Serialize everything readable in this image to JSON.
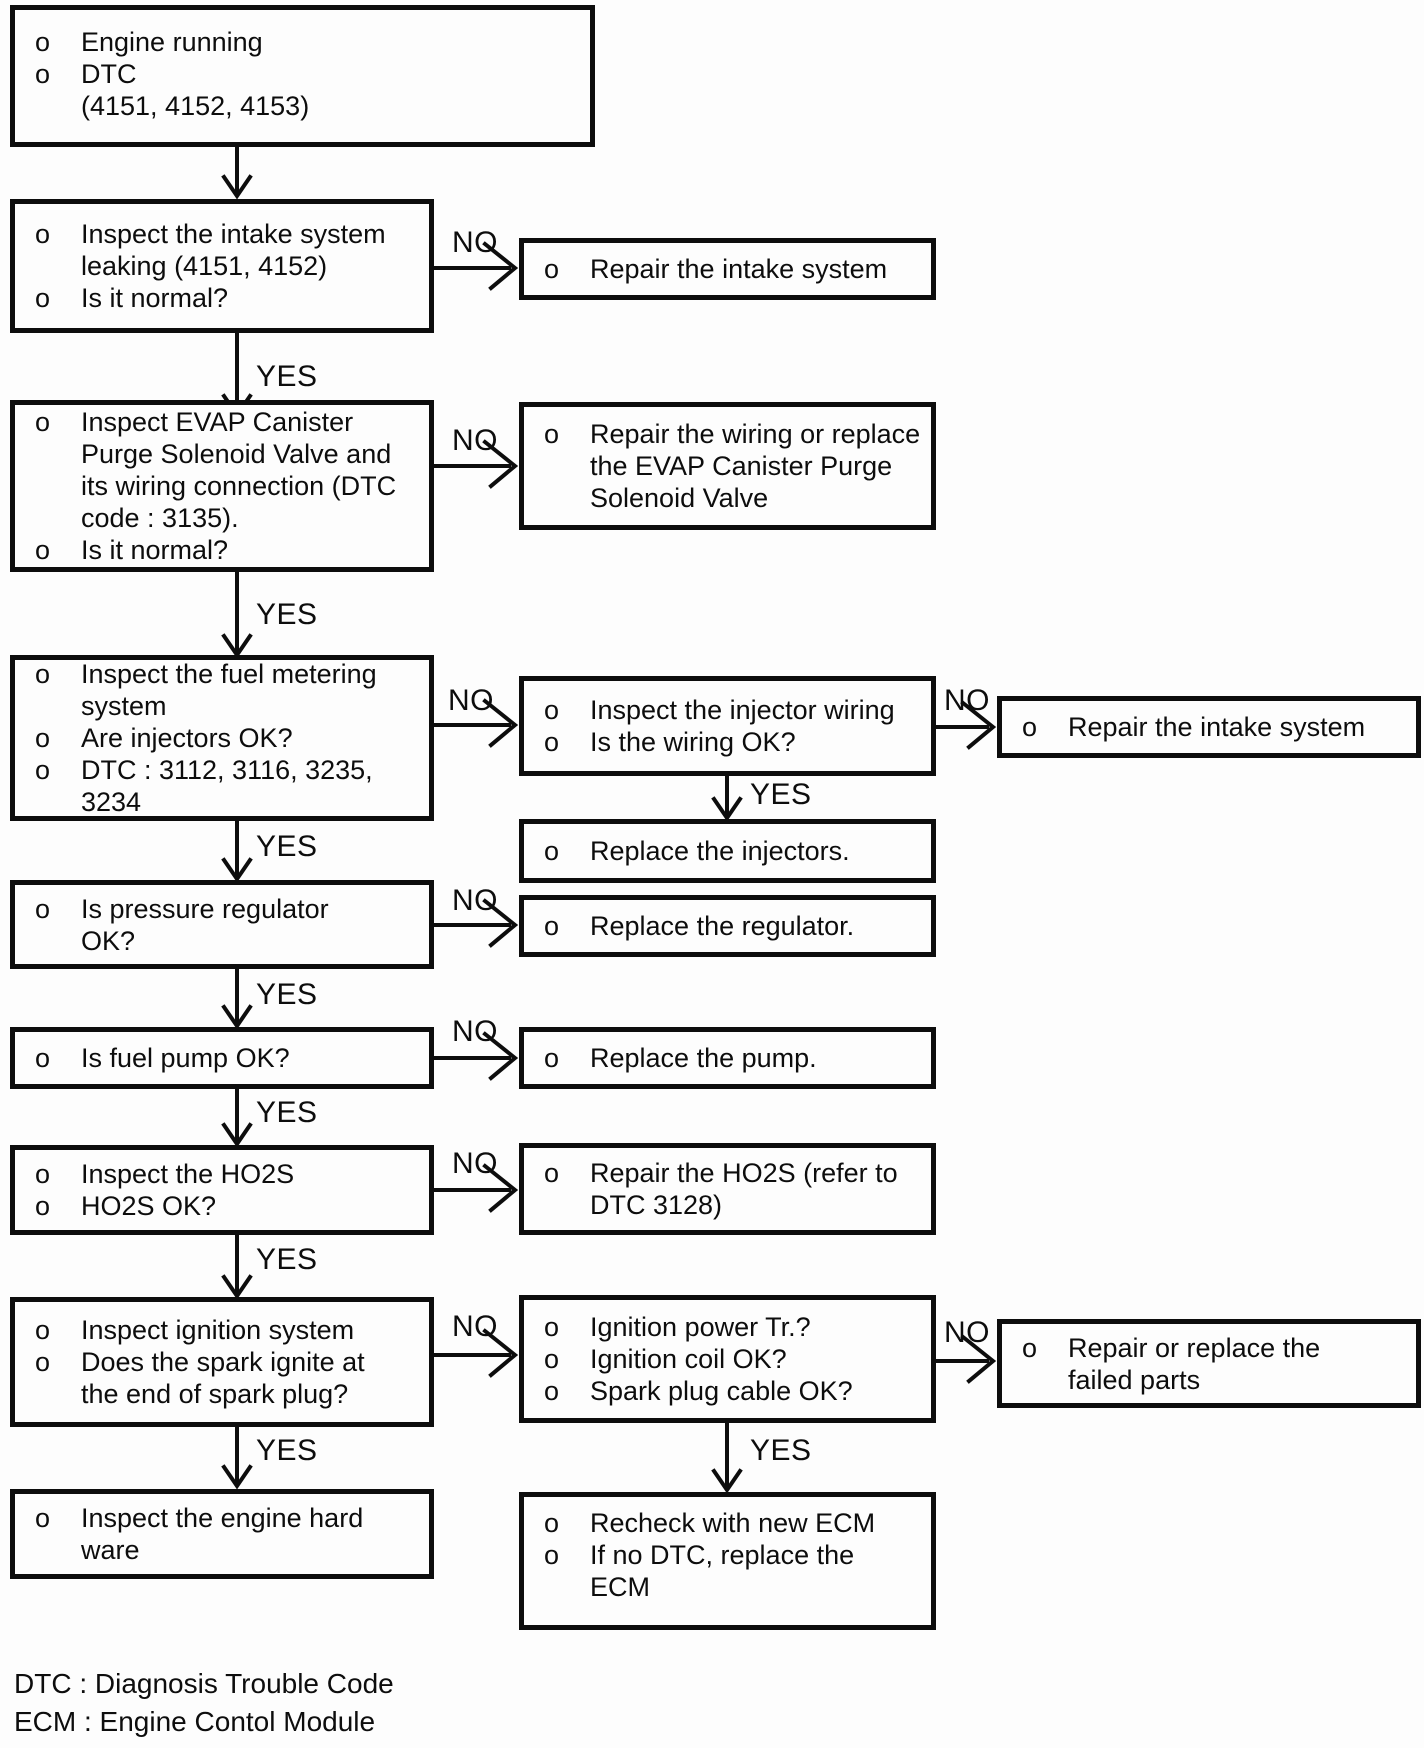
{
  "flow": {
    "labels": {
      "yes": "YES",
      "no": "NO"
    },
    "colors": {
      "ink": "#0d0d0d",
      "paper": "#fdfdfd"
    },
    "boxes": {
      "start": {
        "lines": [
          {
            "bullet": "o",
            "text": "Engine running"
          },
          {
            "bullet": "o",
            "text": "DTC"
          },
          {
            "bullet": "",
            "text": "(4151, 4152, 4153)"
          }
        ]
      },
      "intake": {
        "lines": [
          {
            "bullet": "o",
            "text": "Inspect the intake system"
          },
          {
            "bullet": "",
            "text": "leaking (4151, 4152)"
          },
          {
            "bullet": "o",
            "text": "Is it normal?"
          }
        ]
      },
      "repair_intake_1": {
        "lines": [
          {
            "bullet": "o",
            "text": "Repair the intake system"
          }
        ]
      },
      "evap": {
        "lines": [
          {
            "bullet": "o",
            "text": "Inspect EVAP Canister"
          },
          {
            "bullet": "",
            "text": "Purge Solenoid Valve and"
          },
          {
            "bullet": "",
            "text": "its wiring connection (DTC"
          },
          {
            "bullet": "",
            "text": "code : 3135)."
          },
          {
            "bullet": "o",
            "text": "Is it normal?"
          }
        ]
      },
      "repair_evap": {
        "lines": [
          {
            "bullet": "o",
            "text": "Repair the wiring or replace"
          },
          {
            "bullet": "",
            "text": "the EVAP Canister Purge"
          },
          {
            "bullet": "",
            "text": "Solenoid Valve"
          }
        ]
      },
      "fuel_metering": {
        "lines": [
          {
            "bullet": "o",
            "text": "Inspect the fuel metering"
          },
          {
            "bullet": "",
            "text": "system"
          },
          {
            "bullet": "o",
            "text": "Are injectors OK?"
          },
          {
            "bullet": "o",
            "text": "DTC : 3112, 3116, 3235,"
          },
          {
            "bullet": "",
            "text": "3234"
          }
        ]
      },
      "injector_wiring": {
        "lines": [
          {
            "bullet": "o",
            "text": "Inspect the injector wiring"
          },
          {
            "bullet": "o",
            "text": "Is the wiring OK?"
          }
        ]
      },
      "repair_intake_2": {
        "lines": [
          {
            "bullet": "o",
            "text": "Repair the intake system"
          }
        ]
      },
      "replace_injectors": {
        "lines": [
          {
            "bullet": "o",
            "text": "Replace the injectors."
          }
        ]
      },
      "pressure_regulator": {
        "lines": [
          {
            "bullet": "o",
            "text": "Is pressure regulator"
          },
          {
            "bullet": "",
            "text": "OK?"
          }
        ]
      },
      "replace_regulator": {
        "lines": [
          {
            "bullet": "o",
            "text": "Replace the regulator."
          }
        ]
      },
      "fuel_pump": {
        "lines": [
          {
            "bullet": "o",
            "text": "Is fuel pump OK?"
          }
        ]
      },
      "replace_pump": {
        "lines": [
          {
            "bullet": "o",
            "text": "Replace the pump."
          }
        ]
      },
      "ho2s": {
        "lines": [
          {
            "bullet": "o",
            "text": "Inspect the HO2S"
          },
          {
            "bullet": "o",
            "text": "HO2S OK?"
          }
        ]
      },
      "repair_ho2s": {
        "lines": [
          {
            "bullet": "o",
            "text": "Repair the HO2S (refer to"
          },
          {
            "bullet": "",
            "text": "DTC 3128)"
          }
        ]
      },
      "ignition": {
        "lines": [
          {
            "bullet": "o",
            "text": "Inspect ignition system"
          },
          {
            "bullet": "o",
            "text": "Does the spark ignite at"
          },
          {
            "bullet": "",
            "text": "the end of spark plug?"
          }
        ]
      },
      "ignition_checks": {
        "lines": [
          {
            "bullet": "o",
            "text": "Ignition power Tr.?"
          },
          {
            "bullet": "o",
            "text": "Ignition coil OK?"
          },
          {
            "bullet": "o",
            "text": "Spark plug cable OK?"
          }
        ]
      },
      "repair_failed_parts": {
        "lines": [
          {
            "bullet": "o",
            "text": "Repair or replace the"
          },
          {
            "bullet": "",
            "text": "failed parts"
          }
        ]
      },
      "engine_hardware": {
        "lines": [
          {
            "bullet": "o",
            "text": "Inspect the engine hard"
          },
          {
            "bullet": "",
            "text": "ware"
          }
        ]
      },
      "recheck_ecm": {
        "lines": [
          {
            "bullet": "o",
            "text": "Recheck with new ECM"
          },
          {
            "bullet": "o",
            "text": "If no DTC, replace the"
          },
          {
            "bullet": "",
            "text": "ECM"
          }
        ]
      }
    },
    "footnotes": [
      "DTC : Diagnosis Trouble Code",
      "ECM : Engine Contol Module"
    ]
  }
}
